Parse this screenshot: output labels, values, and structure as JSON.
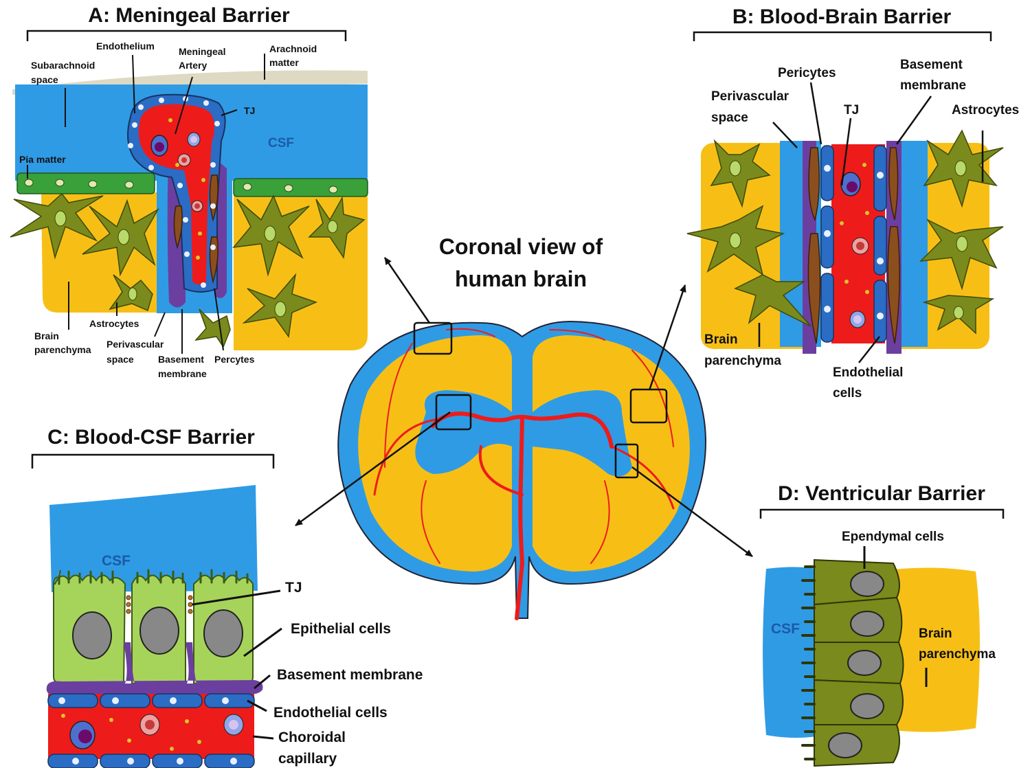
{
  "center": {
    "title_line1": "Coronal view of",
    "title_line2": "human brain"
  },
  "panelA": {
    "title": "A: Meningeal Barrier",
    "labels": {
      "endothelium": "Endothelium",
      "meningeal_l1": "Meningeal",
      "meningeal_l2": "Artery",
      "arachnoid_l1": "Arachnoid",
      "arachnoid_l2": "matter",
      "subarachnoid_l1": "Subarachnoid",
      "subarachnoid_l2": "space",
      "tj": "TJ",
      "csf": "CSF",
      "pia": "Pia matter",
      "astrocytes": "Astrocytes",
      "brain_l1": "Brain",
      "brain_l2": "parenchyma",
      "perivascular_l1": "Perivascular",
      "perivascular_l2": "space",
      "basement_l1": "Basement",
      "basement_l2": "membrane",
      "pericytes": "Percytes"
    }
  },
  "panelB": {
    "title": "B: Blood-Brain Barrier",
    "labels": {
      "pericytes": "Pericytes",
      "basement_l1": "Basement",
      "basement_l2": "membrane",
      "perivascular_l1": "Perivascular",
      "perivascular_l2": "space",
      "tj": "TJ",
      "astrocytes": "Astrocytes",
      "brain_l1": "Brain",
      "brain_l2": "parenchyma",
      "endothelial_l1": "Endothelial",
      "endothelial_l2": "cells"
    }
  },
  "panelC": {
    "title": "C: Blood-CSF Barrier",
    "labels": {
      "csf": "CSF",
      "tj": "TJ",
      "epithelial": "Epithelial cells",
      "basement": "Basement membrane",
      "endothelial": "Endothelial cells",
      "choroidal_l1": "Choroidal",
      "choroidal_l2": "capillary"
    }
  },
  "panelD": {
    "title": "D: Ventricular Barrier",
    "labels": {
      "ependymal": "Ependymal cells",
      "csf": "CSF",
      "brain_l1": "Brain",
      "brain_l2": "parenchyma"
    }
  },
  "colors": {
    "csf_blue": "#2f9be5",
    "parenchyma_yellow": "#f7bf16",
    "blood_red": "#ee1b1b",
    "astrocyte_olive": "#7a8a1c",
    "pia_green": "#3aa03a",
    "pericyte_brown": "#8b4f1e",
    "basement_purple": "#6b3fa0",
    "epithelial_green": "#a6d45a",
    "endothelial_blue": "#2b6cc4"
  }
}
